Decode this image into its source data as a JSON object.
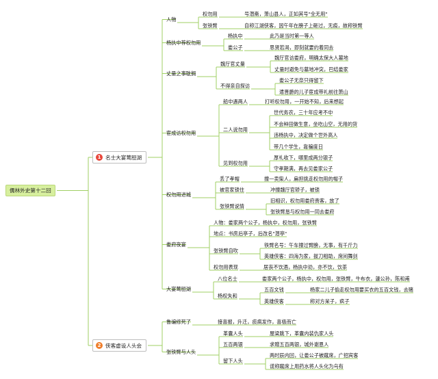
{
  "colors": {
    "line": "#9fcf63",
    "root_fill": "#d7ef9e",
    "badge1": "#e8473b",
    "badge2": "#ef7d2a"
  },
  "root": "儒林外史第十二回",
  "chapters": [
    {
      "num": "1",
      "title": "名士大宴莺脰湖",
      "topics": [
        {
          "label": "人物",
          "items": [
            {
              "label": "权勿用",
              "items": [
                {
                  "label": "号潜斋，萧山县人，正如其号\"全无用\""
                }
              ]
            },
            {
              "label": "张铁臂",
              "items": [
                {
                  "label": "自称江湖侠客，因午年在膀子上砸过，无痕，故称铁臂"
                }
              ]
            }
          ]
        },
        {
          "label": "杨执中荐权勿用",
          "items": [
            {
              "label": "杨执中",
              "items": [
                {
                  "label": "此乃是当时第一等人"
                }
              ]
            },
            {
              "label": "娄公子",
              "items": [
                {
                  "label": "思贤若渴，即刻就要约着同去"
                }
              ]
            }
          ]
        },
        {
          "label": "丈量之事耽搁",
          "items": [
            {
              "label": "魏厅官丈量",
              "items": [
                {
                  "label": "魏厅官访娄府，明确太保大人墓地"
                },
                {
                  "label": "丈量时避免与墓地冲突，巴结娄家"
                }
              ]
            },
            {
              "label": "不得亲自探访",
              "items": [
                {
                  "label": "娄公子无奈只得留下"
                },
                {
                  "label": "遣晋爵的儿子宦成带礼前往萧山"
                }
              ]
            }
          ]
        },
        {
          "label": "宦成访权勿用",
          "items": [
            {
              "label": "船中遇两人",
              "items": [
                {
                  "label": "打听权勿用，一开始不知，后来想起"
                }
              ]
            },
            {
              "label": "二人说勿用",
              "items": [
                {
                  "label": "世代务农，三十年应考不中"
                },
                {
                  "label": "不会种田做生意，坐吃山空，无用的货"
                },
                {
                  "label": "违杨执中，决定做个世外高人"
                },
                {
                  "label": "带几个学生，靠骗度日"
                }
              ]
            },
            {
              "label": "见到权勿用",
              "items": [
                {
                  "label": "厚礼收下，哪里成两分银子"
                },
                {
                  "label": "守孝期满，再去见娄家公子"
                }
              ]
            }
          ]
        },
        {
          "label": "权勿用进城",
          "items": [
            {
              "label": "丢了孝帽",
              "items": [
                {
                  "label": "撞一卖柴人，扁担挑走权勿用的帽子"
                }
              ]
            },
            {
              "label": "被官家锁住",
              "items": [
                {
                  "label": "冲撞魏厅官轿子，被锁"
                }
              ]
            },
            {
              "label": "张铁臂说情",
              "items": [
                {
                  "label": "旧相识，权勿用娄府贵客，放了"
                },
                {
                  "label": "张铁臂恳与权勿用一同去娄府"
                }
              ]
            }
          ]
        },
        {
          "label": "娄府夜宴",
          "items": [
            {
              "label": "人物：娄家两个公子，杨执中，权勿用，张铁臂",
              "items": []
            },
            {
              "label": "地点：书房后亭子，后改名\"潜亭\"",
              "items": []
            },
            {
              "label": "张铁臂自吹",
              "items": [
                {
                  "label": "铁臂名号：午车撞过臂膀，无事，有千斤力"
                },
                {
                  "label": "英雄侠客：四海为家，拔刀相助，席间舞剑"
                }
              ]
            },
            {
              "label": "权勿用表现",
              "items": [
                {
                  "label": "居丧不饮酒，杨执中劝，亦不饮，饮茶"
                }
              ]
            }
          ]
        },
        {
          "label": "大宴莺脰湖",
          "items": [
            {
              "label": "八位名士",
              "items": [
                {
                  "label": "娄家两个公子，杨执中，权勿用，张铁臂，牛布衣，蘧公孙，陈和甫"
                }
              ]
            },
            {
              "label": "杨权失和",
              "items": [
                {
                  "label": "五百文钱",
                  "items": [
                    {
                      "label": "杨家二儿子偷走权勿用要买衣的五百文钱，去赌"
                    }
                  ]
                },
                {
                  "label": "英雄侠客",
                  "items": [
                    {
                      "label": "称对方呆子，疯子"
                    }
                  ]
                }
              ]
            }
          ]
        }
      ]
    },
    {
      "num": "2",
      "title": "侠客虚设人头会",
      "topics": [
        {
          "label": "鲁编修死了",
          "items": [
            {
              "label": "接喜报，升迁，痰病发作，喜极而亡"
            }
          ]
        },
        {
          "label": "张铁臂与人头",
          "items": [
            {
              "label": "革囊人头",
              "items": [
                {
                  "label": "屋梁跳下，革囊内装仇家人头"
                }
              ]
            },
            {
              "label": "五百两银",
              "items": [
                {
                  "label": "求赠五百两银，城外谢恩人"
                }
              ]
            },
            {
              "label": "留下人头",
              "items": [
                {
                  "label": "两时辰内回，让娄公子被蹴席，广招宾客"
                },
                {
                  "label": "谎称蹴席上用药水将人头化为乌有"
                }
              ]
            }
          ]
        }
      ]
    }
  ]
}
